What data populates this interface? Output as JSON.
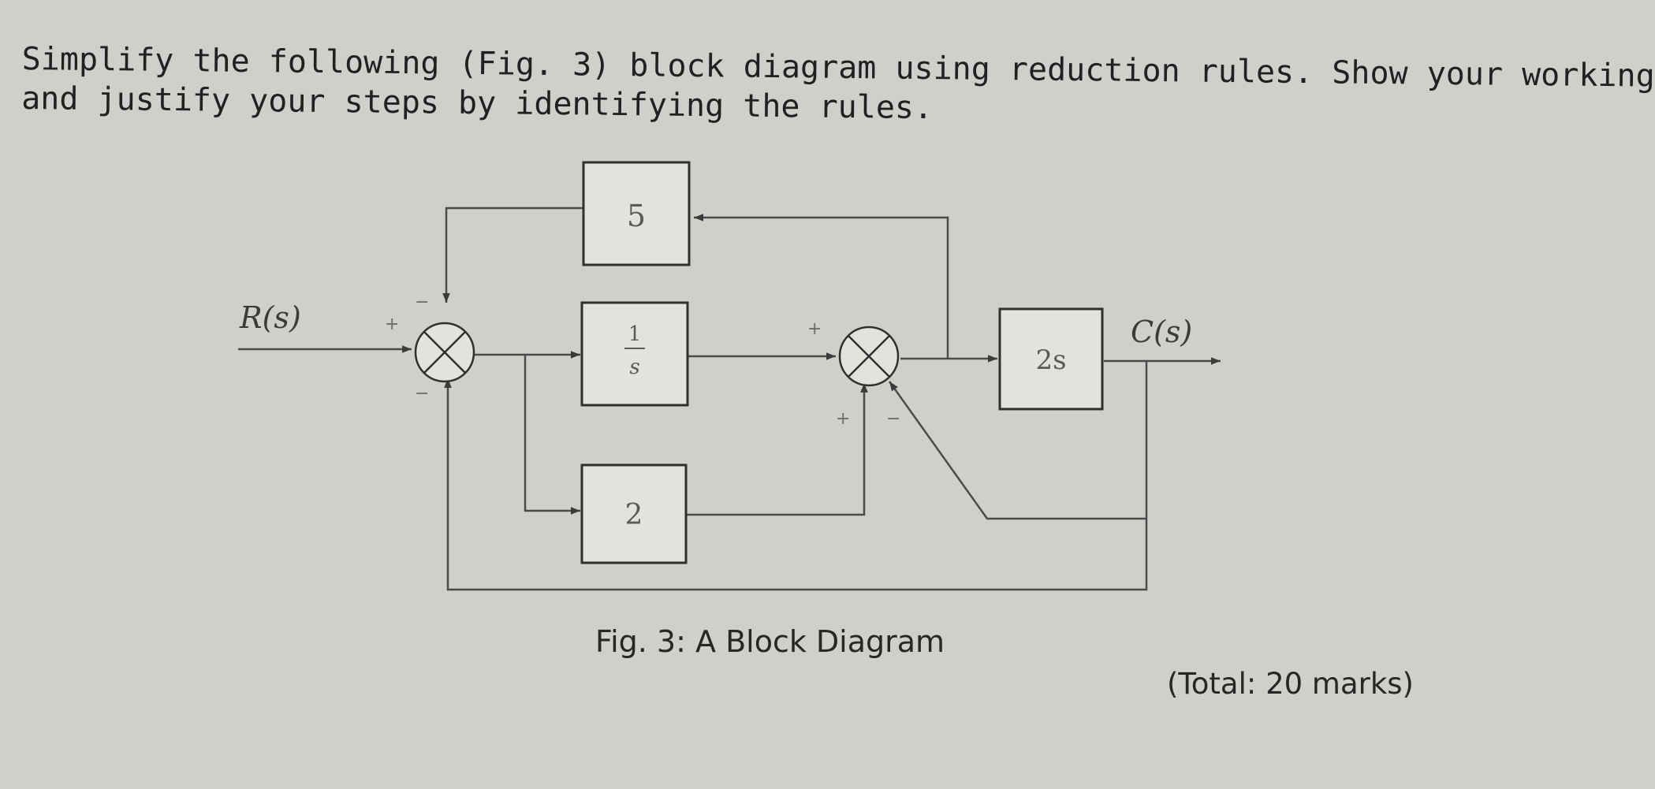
{
  "question": {
    "line1": "Simplify the following (Fig. 3) block diagram using reduction rules. Show your working",
    "line2": "and justify your steps by identifying the rules."
  },
  "diagram": {
    "input_label": "R(s)",
    "output_label": "C(s)",
    "blocks": {
      "top": "5",
      "integrator_num": "1",
      "integrator_den": "s",
      "lower": "2",
      "plant": "2s"
    },
    "signs": {
      "sj1_left": "+",
      "sj1_top": "−",
      "sj1_bottom": "−",
      "sj2_left": "+",
      "sj2_bottom": "+",
      "sj2_diag": "−"
    },
    "caption": "Fig. 3: A Block Diagram"
  },
  "footer": {
    "marks": "(Total: 20 marks)"
  }
}
